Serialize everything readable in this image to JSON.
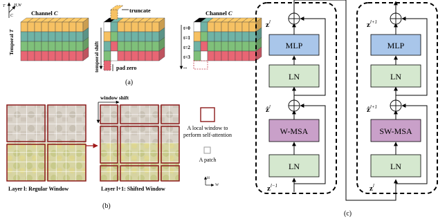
{
  "colors": {
    "row1": "#f6c163",
    "row2": "#6fb3a5",
    "row3": "#7fc07a",
    "row4": "#e86674",
    "mlp": "#a9c6ea",
    "ln": "#d5e8cf",
    "msa": "#c9a0c9",
    "window": "#8b1a1a",
    "grid": "#bfbfbf"
  },
  "panel_a": {
    "axis_hw": "H,W",
    "axis_c": "C",
    "axis_t": "T",
    "left": {
      "channel_label": "Channel",
      "channel_var": "C",
      "temporal_label": "Temporal",
      "temporal_var": "T"
    },
    "middle": {
      "truncate": "truncate",
      "temporal_shift": "temporal shift",
      "pad_zero": "pad zero"
    },
    "right": {
      "channel_label": "Channel",
      "channel_var": "C",
      "time_labels": [
        "t=0",
        "t=1",
        "t=2",
        "t=3",
        "..."
      ]
    },
    "caption": "(a)"
  },
  "panel_b": {
    "window_shift": "window shift",
    "left_caption": "Layer l: Regular Window",
    "right_caption": "Layer l+1: Shifted Window",
    "legend_window": "A local window to perform self-attention",
    "legend_window_line1": "A local window to",
    "legend_window_line2": "perform self-attention",
    "legend_patch": "A patch",
    "axis_h": "H",
    "axis_w": "W",
    "caption": "(b)"
  },
  "panel_c": {
    "block1": {
      "z_out": "z",
      "z_out_sup": "l",
      "z_hat": "ẑ",
      "z_hat_sup": "l",
      "z_in": "z",
      "z_in_sup": "l−1",
      "mlp": "MLP",
      "ln_top": "LN",
      "msa": "W-MSA",
      "ln_bottom": "LN"
    },
    "block2": {
      "z_out": "z",
      "z_out_sup": "l+1",
      "z_hat": "ẑ",
      "z_hat_sup": "l+1",
      "z_in": "z",
      "z_in_sup": "l",
      "mlp": "MLP",
      "ln_top": "LN",
      "msa": "SW-MSA",
      "ln_bottom": "LN"
    },
    "caption": "(c)"
  }
}
